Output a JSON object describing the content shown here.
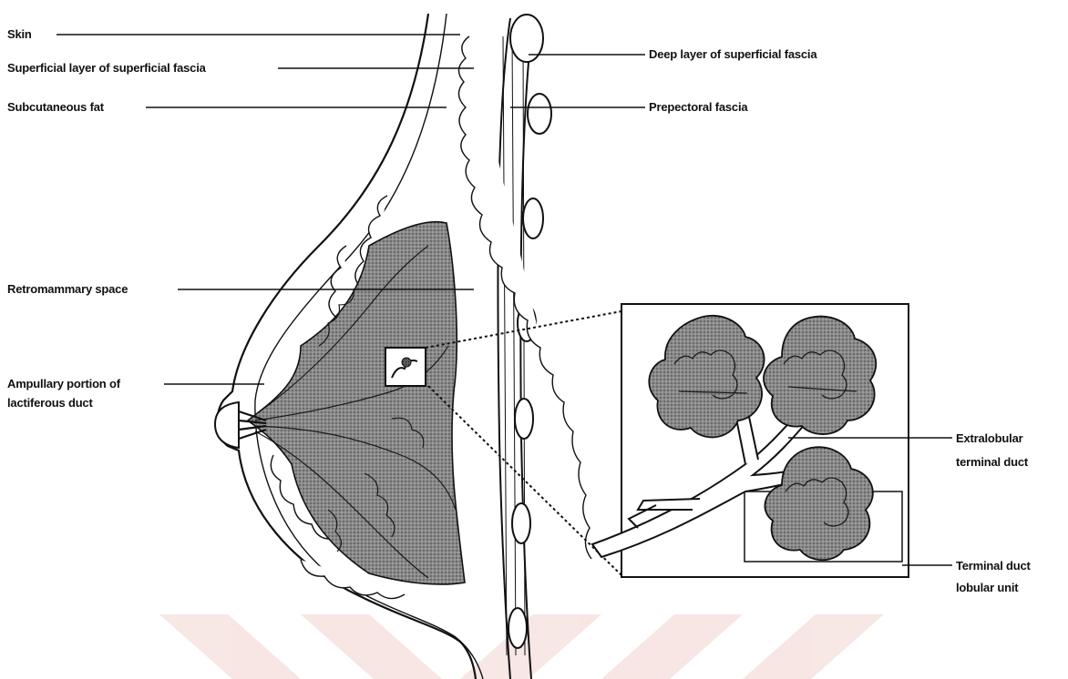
{
  "labels": {
    "skin": "Skin",
    "superficial_layer": "Superficial layer of superficial fascia",
    "subcutaneous_fat": "Subcutaneous fat",
    "retromammary_space": "Retromammary space",
    "ampullary_line1": "Ampullary portion of",
    "ampullary_line2": "lactiferous duct",
    "deep_layer": "Deep layer of superficial fascia",
    "prepectoral_fascia": "Prepectoral fascia",
    "extralobular_line1": "Extralobular",
    "extralobular_line2": "terminal duct",
    "tdlu_line1": "Terminal duct",
    "tdlu_line2": "lobular unit"
  },
  "colors": {
    "ink": "#111111",
    "gland": "#7f7f7f",
    "gland_dark": "#4a4a4a",
    "lobule": "#5e5e5e",
    "watermark": "#c0392b"
  }
}
